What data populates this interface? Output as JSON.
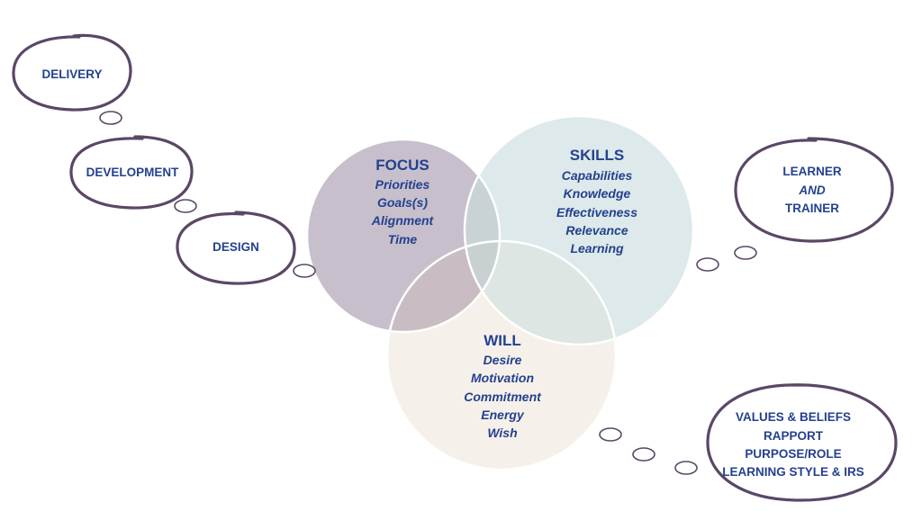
{
  "colors": {
    "text": "#24418f",
    "outline": "#5a4766",
    "focus_fill": "#c7bfcc",
    "skills_fill": "#dde9ea",
    "will_fill": "#f6f0eb",
    "focus_skills_overlap": "#c9d3d6",
    "focus_will_overlap": "#c9bdc3",
    "center_overlap": "#c8d0d1",
    "skills_will_overlap": "#dde6e3"
  },
  "circles": {
    "focus": {
      "title": "FOCUS",
      "items": [
        "Priorities",
        "Goals(s)",
        "Alignment",
        "Time"
      ]
    },
    "skills": {
      "title": "SKILLS",
      "items": [
        "Capabilities",
        "Knowledge",
        "Effectiveness",
        "Relevance",
        "Learning"
      ]
    },
    "will": {
      "title": "WILL",
      "items": [
        "Desire",
        "Motivation",
        "Commitment",
        "Energy",
        "Wish"
      ]
    }
  },
  "bubbles": {
    "delivery": "DELIVERY",
    "development": "DEVELOPMENT",
    "design": "DESIGN",
    "learner": {
      "line1": "LEARNER",
      "line2": "AND",
      "line3": "TRAINER"
    },
    "values": {
      "line1": "VALUES & BELIEFS",
      "line2": "RAPPORT",
      "line3": "PURPOSE/ROLE",
      "line4": "LEARNING STYLE & IRS"
    }
  }
}
